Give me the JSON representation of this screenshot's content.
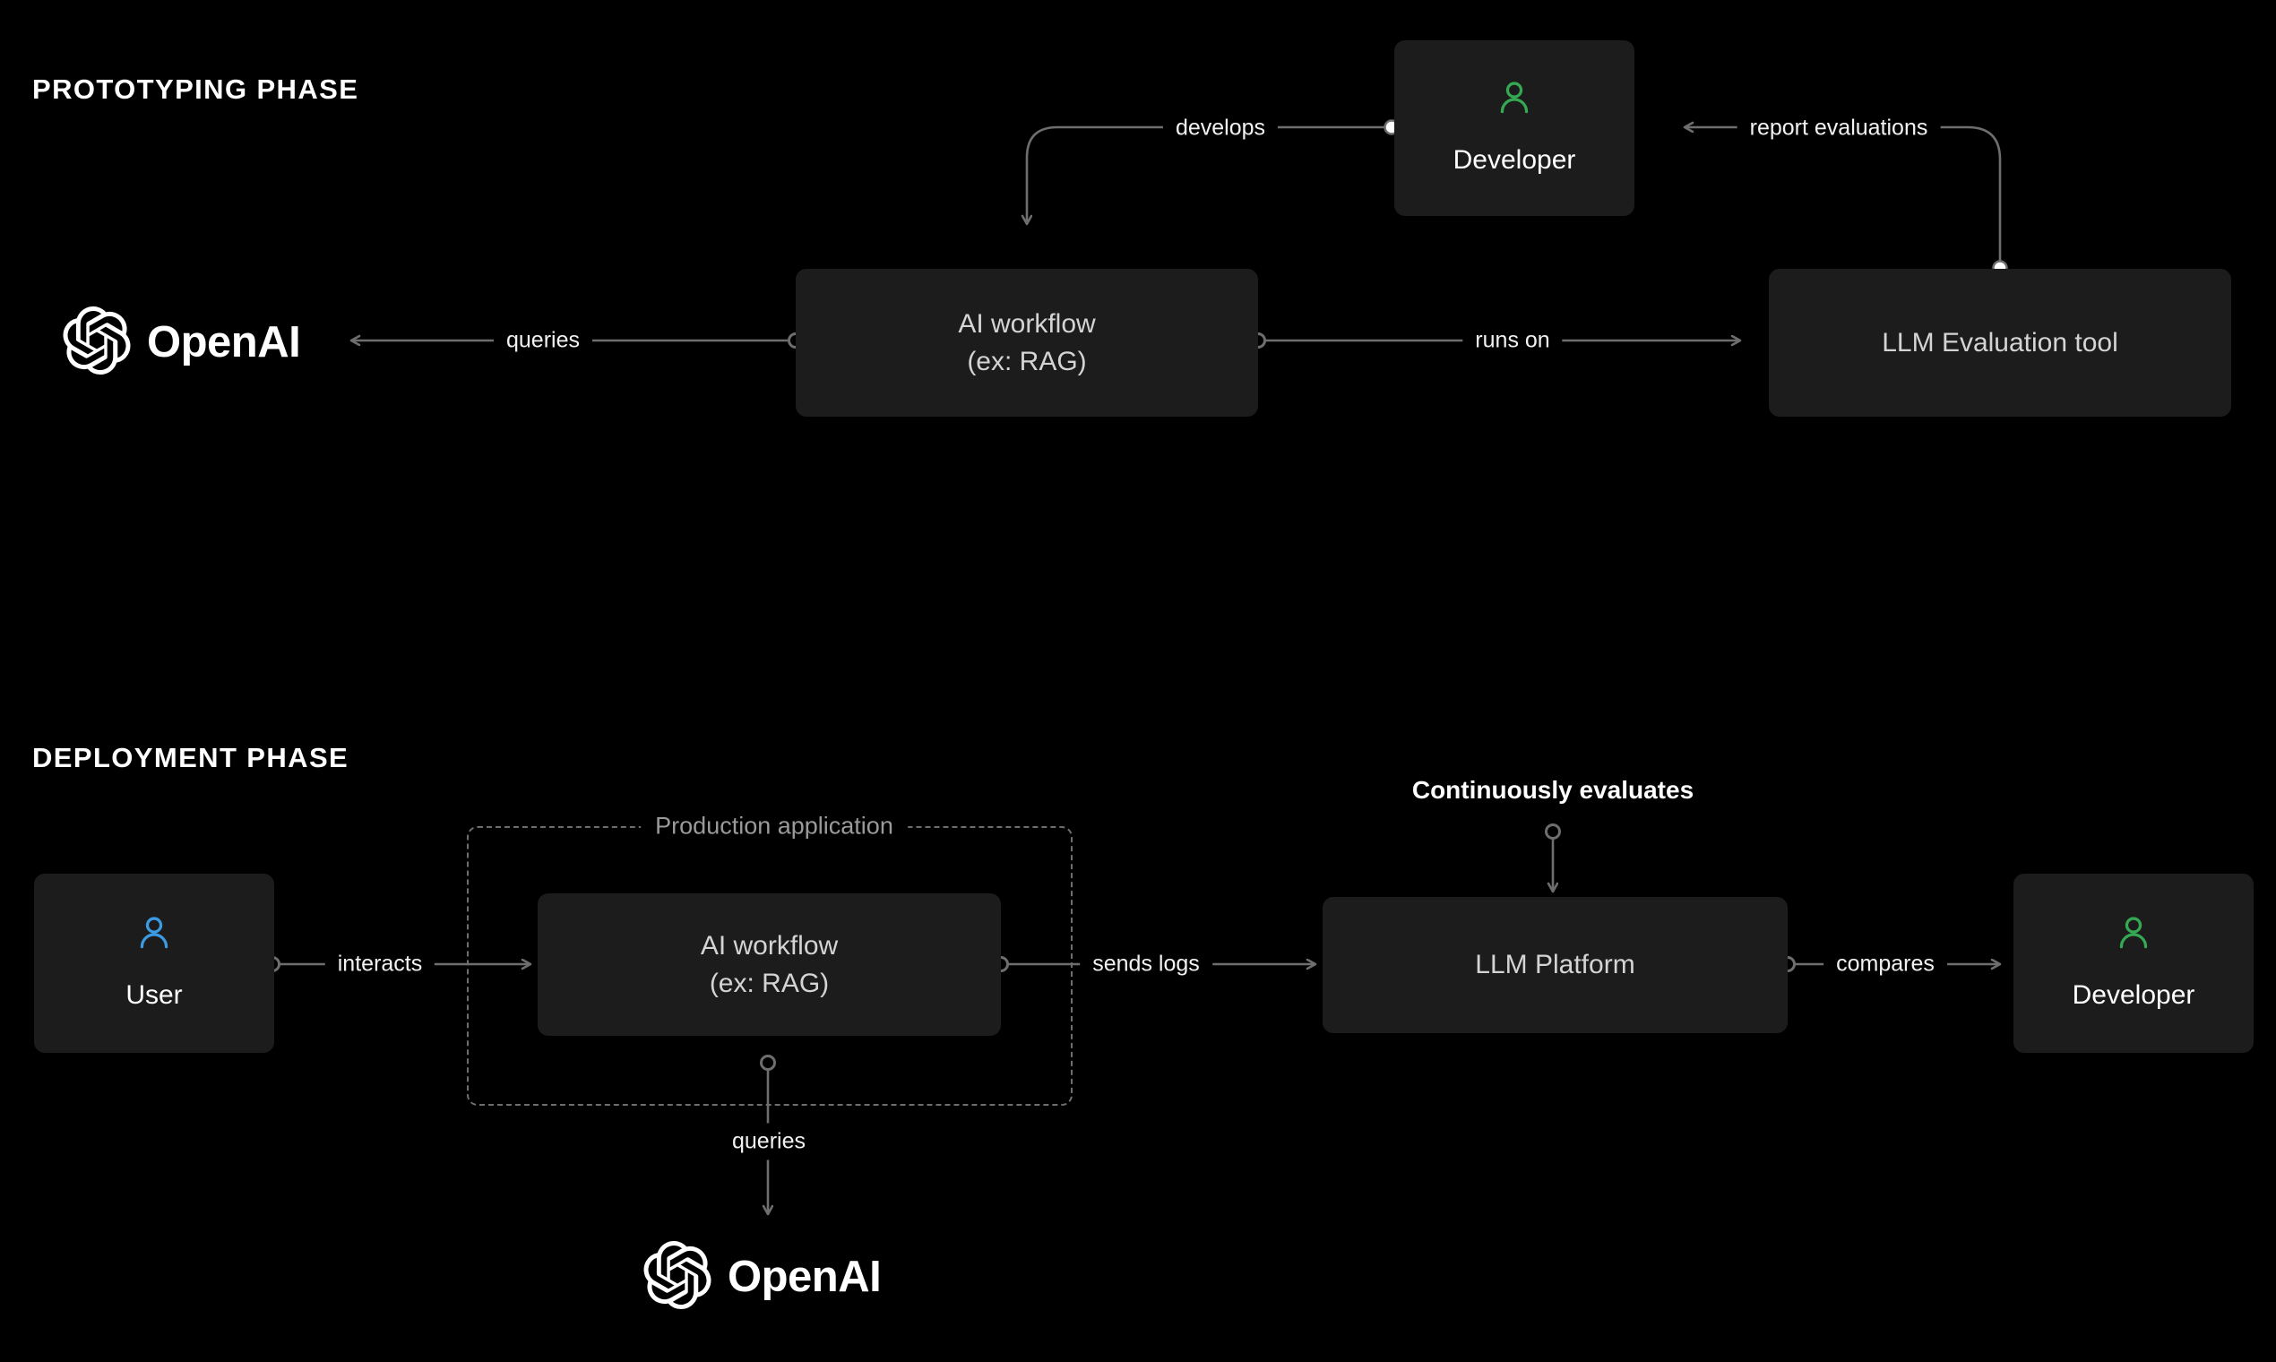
{
  "diagram": {
    "background_color": "#000000",
    "node_fill": "#1c1c1c",
    "edge_color": "#6e6e6e",
    "accent_developer": "#34a853",
    "accent_user": "#3b9ae1"
  },
  "phases": [
    {
      "id": "prototyping",
      "title": "PROTOTYPING PHASE"
    },
    {
      "id": "deployment",
      "title": "DEPLOYMENT PHASE"
    }
  ],
  "prototyping": {
    "nodes": {
      "openai": {
        "label": "OpenAI",
        "icon": "openai-logo-icon"
      },
      "ai_workflow": {
        "label": "AI workflow\n(ex: RAG)"
      },
      "developer": {
        "label": "Developer",
        "icon": "person-icon",
        "icon_color": "#34a853"
      },
      "eval_tool": {
        "label": "LLM Evaluation tool"
      }
    },
    "edges": [
      {
        "id": "queries",
        "label": "queries",
        "from": "ai_workflow",
        "to": "openai"
      },
      {
        "id": "develops",
        "label": "develops",
        "from": "developer",
        "to": "ai_workflow"
      },
      {
        "id": "runs_on",
        "label": "runs on",
        "from": "ai_workflow",
        "to": "eval_tool"
      },
      {
        "id": "report_evaluations",
        "label": "report evaluations",
        "from": "eval_tool",
        "to": "developer"
      }
    ]
  },
  "deployment": {
    "group": {
      "label": "Production application"
    },
    "nodes": {
      "user": {
        "label": "User",
        "icon": "person-icon",
        "icon_color": "#3b9ae1"
      },
      "ai_workflow": {
        "label": "AI workflow\n(ex: RAG)"
      },
      "llm_platform": {
        "label": "LLM Platform"
      },
      "developer": {
        "label": "Developer",
        "icon": "person-icon",
        "icon_color": "#34a853"
      },
      "openai": {
        "label": "OpenAI",
        "icon": "openai-logo-icon"
      }
    },
    "edges": [
      {
        "id": "interacts",
        "label": "interacts",
        "from": "user",
        "to": "ai_workflow"
      },
      {
        "id": "sends_logs",
        "label": "sends logs",
        "from": "ai_workflow",
        "to": "llm_platform"
      },
      {
        "id": "compares",
        "label": "compares",
        "from": "llm_platform",
        "to": "developer"
      },
      {
        "id": "queries",
        "label": "queries",
        "from": "ai_workflow",
        "to": "openai"
      },
      {
        "id": "continuously_evaluates",
        "label": "Continuously evaluates",
        "from": "",
        "to": "llm_platform"
      }
    ]
  }
}
